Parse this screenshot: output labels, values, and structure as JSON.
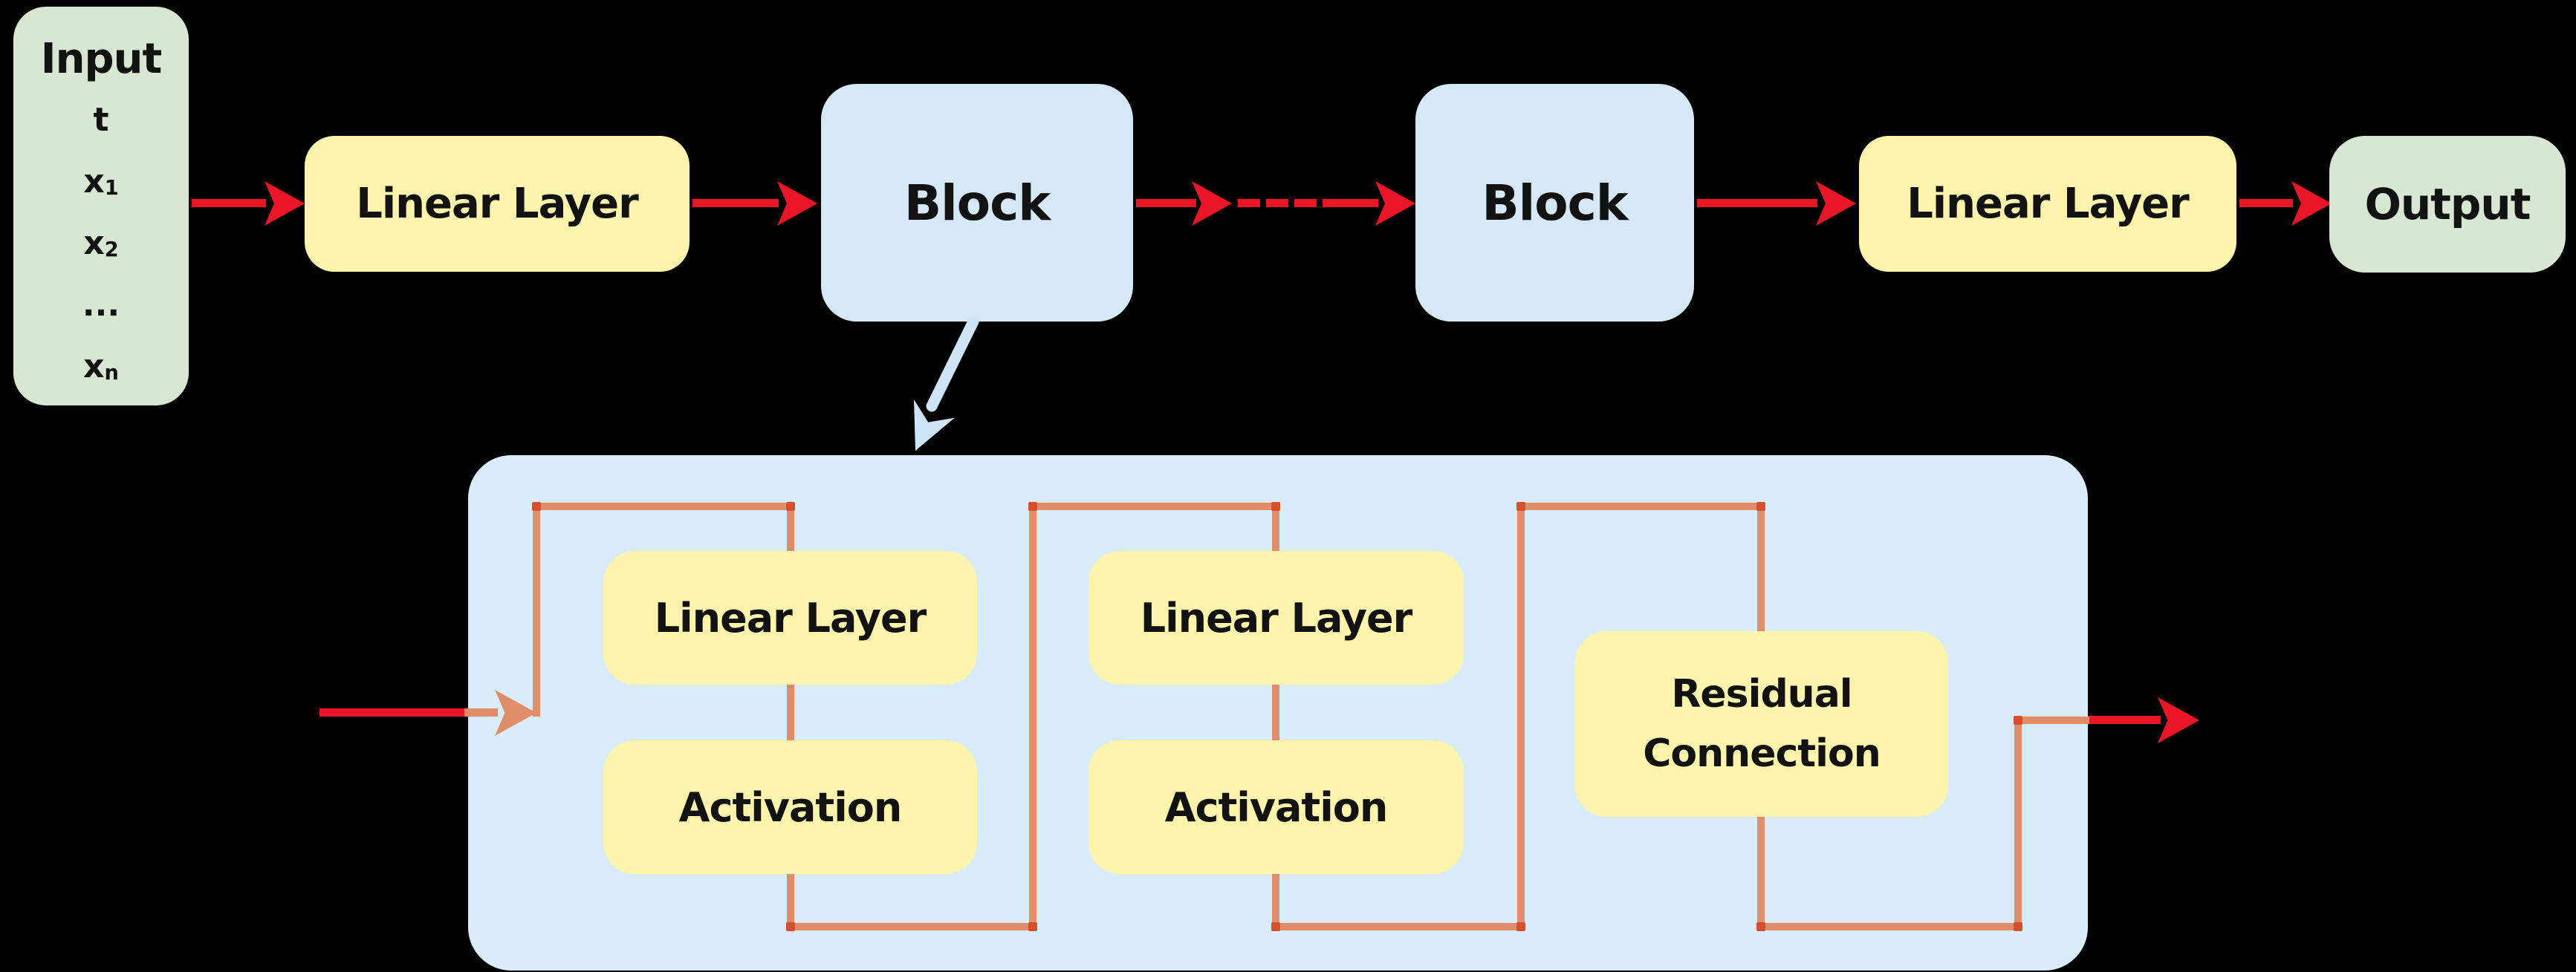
{
  "diagram": {
    "top_row": {
      "input": {
        "title": "Input",
        "rows": [
          {
            "base": "t",
            "sub": ""
          },
          {
            "base": "x",
            "sub": "1"
          },
          {
            "base": "x",
            "sub": "2"
          },
          {
            "base": "...",
            "sub": ""
          },
          {
            "base": "x",
            "sub": "n"
          }
        ]
      },
      "linear_layer_1": "Linear Layer",
      "block_1": "Block",
      "block_2": "Block",
      "linear_layer_2": "Linear Layer",
      "output": "Output"
    },
    "block_detail": {
      "linear_layer_1": "Linear Layer",
      "activation_1": "Activation",
      "linear_layer_2": "Linear Layer",
      "activation_2": "Activation",
      "residual": "Residual Connection"
    },
    "colors": {
      "background": "#000000",
      "node_green": "#d8e7d2",
      "node_yellow": "#fcf4ac",
      "node_blue": "#d4e8f6",
      "panel_blue": "#d8ecf9",
      "arrow_red": "#ea1628",
      "wire_orange": "#e08e69",
      "wire_joint": "#d65030",
      "expand_arrow_blue": "#cde5f6",
      "text": "#121212"
    }
  }
}
